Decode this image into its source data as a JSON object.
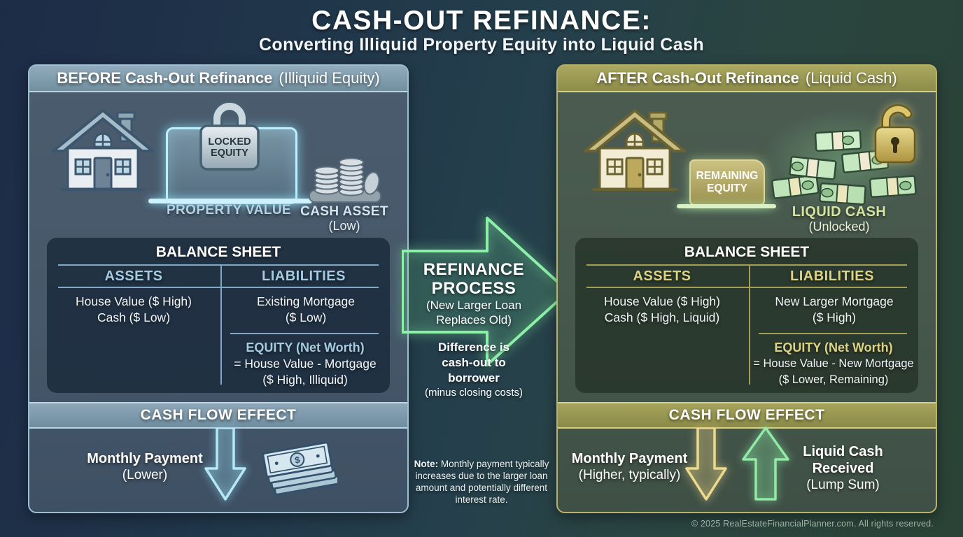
{
  "title": "CASH-OUT REFINANCE:",
  "subtitle": "Converting Illiquid Property Equity into Liquid Cash",
  "footer": "© 2025 RealEstateFinancialPlanner.com. All rights reserved.",
  "colors": {
    "before_accent": "#a5cbe2",
    "after_accent": "#ddd385",
    "process_green": "#8df0a8",
    "cyan_arrow": "#b5e7f5",
    "gold_arrow": "#ecd98e",
    "green_arrow": "#93eaa6"
  },
  "before": {
    "header": "BEFORE Cash-Out Refinance",
    "header_note": "(Illiquid Equity)",
    "icons": {
      "lock_line1": "LOCKED",
      "lock_line2": "EQUITY",
      "property_value": "PROPERTY VALUE",
      "cash_asset": "CASH ASSET",
      "cash_asset_note": "(Low)"
    },
    "balance_sheet": {
      "title": "BALANCE SHEET",
      "assets_header": "ASSETS",
      "liabilities_header": "LIABILITIES",
      "asset_1": "House Value ($ High)",
      "asset_2": "Cash ($ Low)",
      "liability_1": "Existing Mortgage",
      "liability_2": "($ Low)",
      "equity_title": "EQUITY (Net Worth)",
      "equity_formula": "= House Value - Mortgage",
      "equity_note": "($ High, Illiquid)"
    },
    "cash_flow": {
      "title": "CASH FLOW EFFECT",
      "item": "Monthly Payment",
      "item_note": "(Lower)"
    }
  },
  "process": {
    "arrow_title_1": "REFINANCE",
    "arrow_title_2": "PROCESS",
    "arrow_sub_1": "(New Larger Loan",
    "arrow_sub_2": "Replaces Old)",
    "difference_1": "Difference is",
    "difference_2": "cash-out to",
    "difference_3": "borrower",
    "difference_note": "(minus closing costs)",
    "note_label": "Note:",
    "note_text": "Monthly payment typically increases due to the larger loan amount and potentially different interest rate."
  },
  "after": {
    "header": "AFTER Cash-Out Refinance",
    "header_note": "(Liquid Cash)",
    "icons": {
      "remaining_equity_1": "REMAINING",
      "remaining_equity_2": "EQUITY",
      "liquid_cash": "LIQUID CASH",
      "liquid_cash_note": "(Unlocked)"
    },
    "balance_sheet": {
      "title": "BALANCE SHEET",
      "assets_header": "ASSETS",
      "liabilities_header": "LIABILITIES",
      "asset_1": "House Value ($ High)",
      "asset_2": "Cash ($ High, Liquid)",
      "liability_1": "New Larger Mortgage",
      "liability_2": "($ High)",
      "equity_title": "EQUITY (Net Worth)",
      "equity_formula": "= House Value - New Mortgage",
      "equity_note": "($ Lower, Remaining)"
    },
    "cash_flow": {
      "title": "CASH FLOW EFFECT",
      "item": "Monthly Payment",
      "item_note": "(Higher, typically)",
      "item2_1": "Liquid Cash",
      "item2_2": "Received",
      "item2_note": "(Lump Sum)"
    }
  }
}
